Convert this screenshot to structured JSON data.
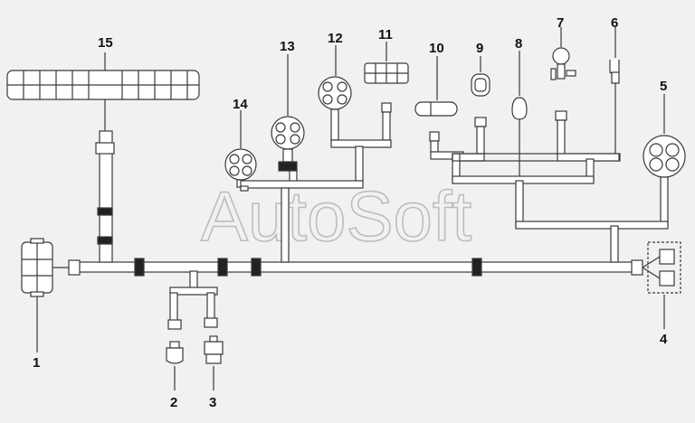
{
  "watermark": "AutoSoft",
  "labels": {
    "p1": "1",
    "p2": "2",
    "p3": "3",
    "p4": "4",
    "p5": "5",
    "p6": "6",
    "p7": "7",
    "p8": "8",
    "p9": "9",
    "p10": "10",
    "p11": "11",
    "p12": "12",
    "p13": "13",
    "p14": "14",
    "p15": "15"
  },
  "colors": {
    "background": "#f1f1f1",
    "line": "#3a3a3a",
    "fill": "#ffffff"
  }
}
